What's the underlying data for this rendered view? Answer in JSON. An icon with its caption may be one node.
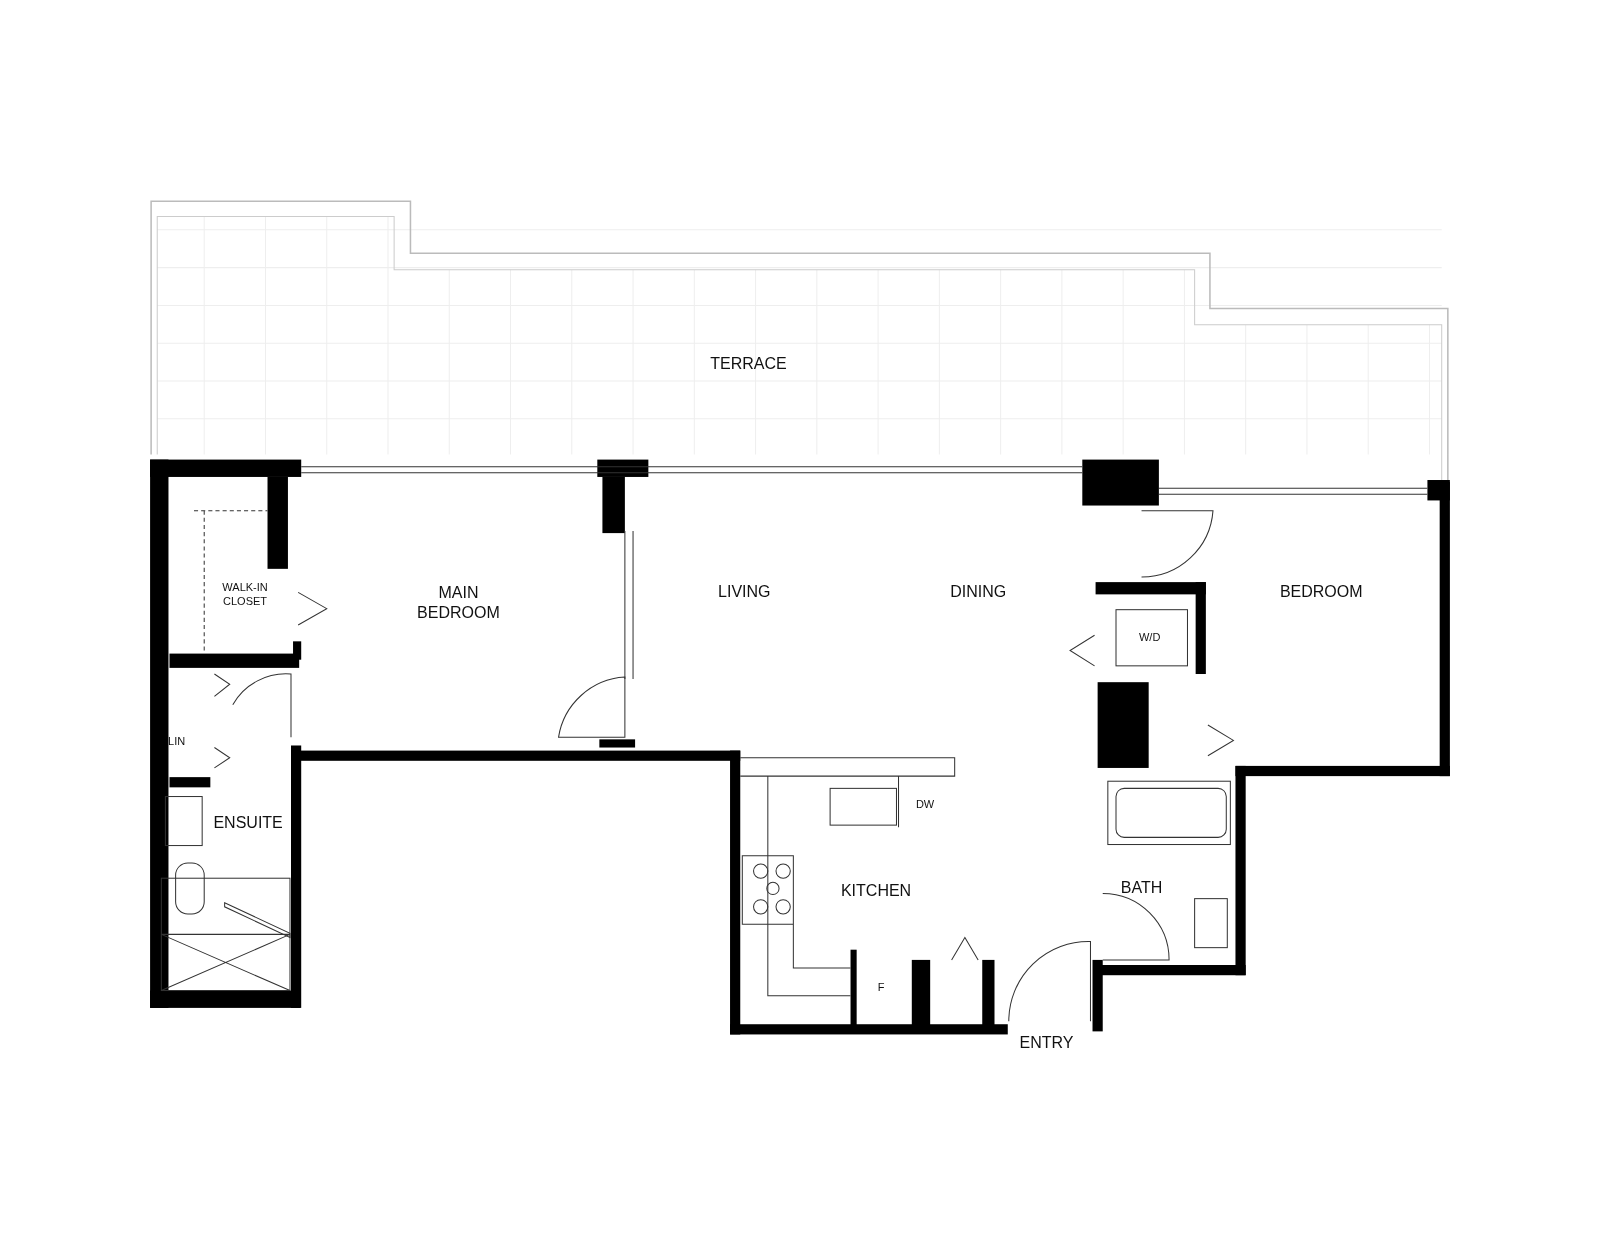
{
  "diagram": {
    "labels": [
      "TERRACE",
      "WALK-IN CLOSET",
      "MAIN BEDROOM",
      "LIVING",
      "DINING",
      "BEDROOM",
      "W/D",
      "LIN",
      "ENSUITE",
      "DW",
      "KITCHEN",
      "BATH",
      "F",
      "ENTRY"
    ]
  }
}
